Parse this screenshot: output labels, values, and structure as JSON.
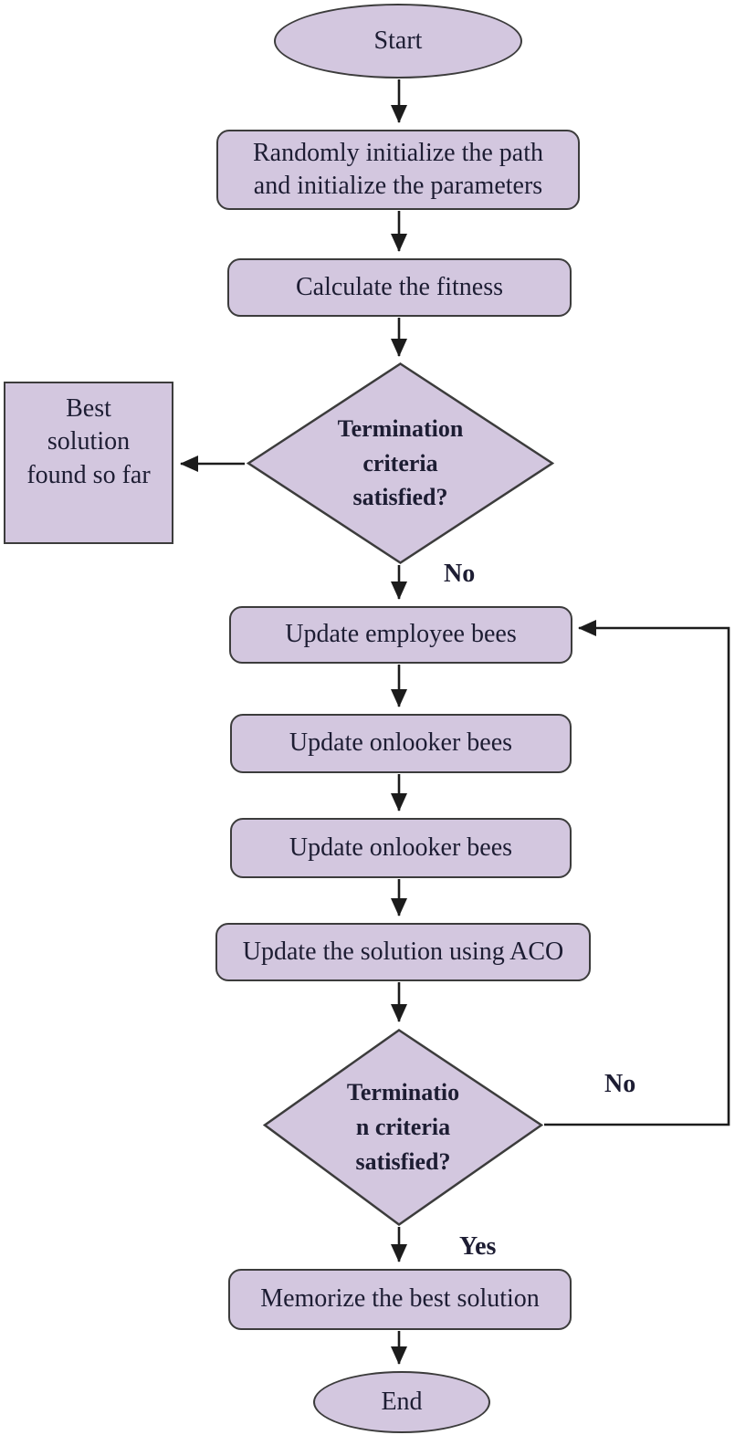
{
  "nodes": {
    "start": {
      "label": "Start"
    },
    "init": {
      "label": "Randomly initialize the path\nand initialize the parameters"
    },
    "fitness": {
      "label": "Calculate the fitness"
    },
    "decision1": {
      "label": "Termination\ncriteria\nsatisfied?"
    },
    "best_solution": {
      "label": "Best\nsolution\nfound so far"
    },
    "employee": {
      "label": "Update employee bees"
    },
    "onlooker1": {
      "label": "Update onlooker bees"
    },
    "onlooker2": {
      "label": "Update onlooker bees"
    },
    "aco": {
      "label": "Update the solution using ACO"
    },
    "decision2": {
      "label": "Terminatio\nn criteria\nsatisfied?"
    },
    "memorize": {
      "label": "Memorize the best solution"
    },
    "end": {
      "label": "End"
    }
  },
  "edge_labels": {
    "no_first": "No",
    "no_loop": "No",
    "yes": "Yes"
  },
  "colors": {
    "node_fill": "#d3c7df",
    "node_border": "#3c3c3c",
    "arrow": "#1c1c1c",
    "text": "#1d1d33"
  }
}
